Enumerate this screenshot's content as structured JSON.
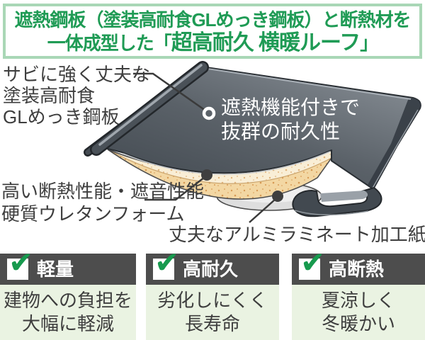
{
  "header": {
    "line1": "遮熱鋼板（塗装高耐食GLめっき鋼板）と断熱材を",
    "line2_prefix": "一体成型した「",
    "line2_emphasis": "超高耐久 横暖ルーフ",
    "line2_suffix": "」"
  },
  "diagram": {
    "steel_label": [
      "サビに強く丈夫な",
      "塗装高耐食",
      "GLめっき鋼板"
    ],
    "shield_label": [
      "遮熱機能付きで",
      "抜群の耐久性"
    ],
    "foam_label": [
      "高い断熱性能・遮音性能",
      "硬質ウレタンフォーム"
    ],
    "paper_label": "丈夫なアルミラミネート加工紙"
  },
  "features": [
    {
      "title": "軽量",
      "line1": "建物への負担を",
      "line2": "大幅に軽減"
    },
    {
      "title": "高耐久",
      "line1": "劣化しにくく",
      "line2": "長寿命"
    },
    {
      "title": "高断熱",
      "line1": "夏涼しく",
      "line2": "冬暖かい"
    }
  ],
  "icons": {
    "check_glyph": "✔"
  },
  "colors": {
    "header_green": "#1f9b55",
    "header_border_green": "#a9d7b6",
    "checkmark_green": "#179a4e",
    "feature_bar_gray": "#4d4d4d",
    "feature_body_green": "#eaf3e2",
    "label_gray": "#3e3e3e",
    "panel_gray": "#5a6168",
    "foam_cream": "#f8ecd0",
    "paper_gray": "#dedede"
  }
}
